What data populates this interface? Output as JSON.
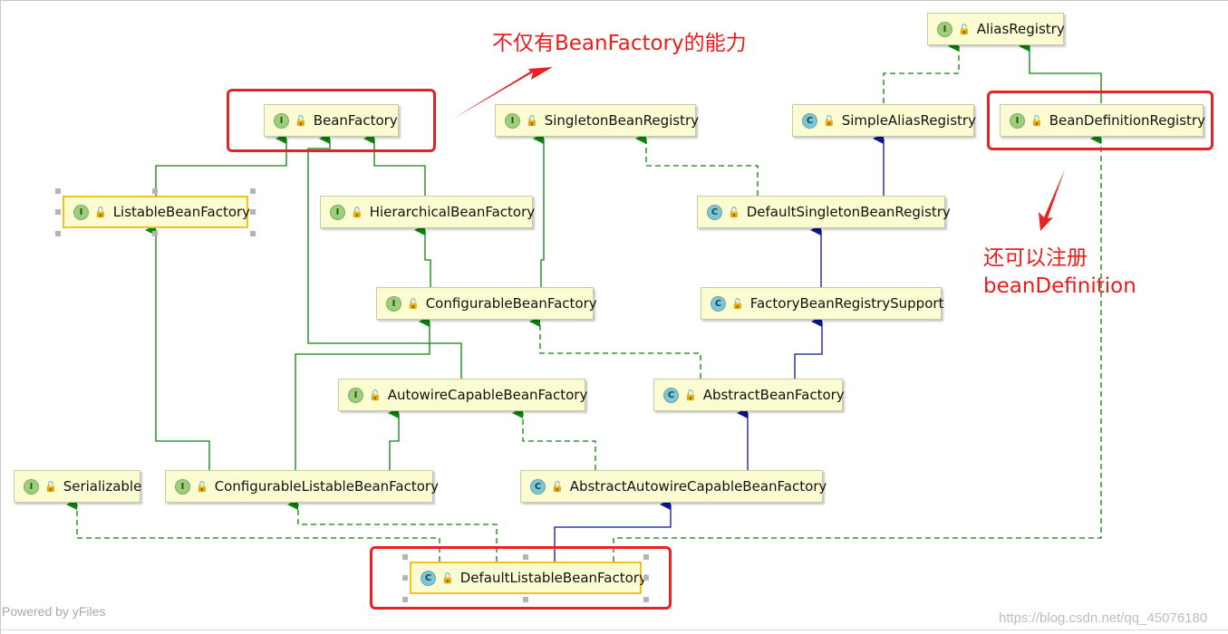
{
  "diagram": {
    "nodes": [
      {
        "id": "alias-registry",
        "kind": "I",
        "label": "AliasRegistry"
      },
      {
        "id": "bean-factory",
        "kind": "I",
        "label": "BeanFactory"
      },
      {
        "id": "singleton-bean-registry",
        "kind": "I",
        "label": "SingletonBeanRegistry"
      },
      {
        "id": "simple-alias-registry",
        "kind": "C",
        "label": "SimpleAliasRegistry"
      },
      {
        "id": "bean-definition-registry",
        "kind": "I",
        "label": "BeanDefinitionRegistry"
      },
      {
        "id": "listable-bean-factory",
        "kind": "I",
        "label": "ListableBeanFactory"
      },
      {
        "id": "hierarchical-bean-factory",
        "kind": "I",
        "label": "HierarchicalBeanFactory"
      },
      {
        "id": "default-singleton-bean-registry",
        "kind": "C",
        "label": "DefaultSingletonBeanRegistry"
      },
      {
        "id": "configurable-bean-factory",
        "kind": "I",
        "label": "ConfigurableBeanFactory"
      },
      {
        "id": "factory-bean-registry-support",
        "kind": "C",
        "label": "FactoryBeanRegistrySupport"
      },
      {
        "id": "autowire-capable-bean-factory",
        "kind": "I",
        "label": "AutowireCapableBeanFactory"
      },
      {
        "id": "abstract-bean-factory",
        "kind": "C",
        "label": "AbstractBeanFactory"
      },
      {
        "id": "serializable",
        "kind": "I",
        "label": "Serializable"
      },
      {
        "id": "configurable-listable-bean-factory",
        "kind": "I",
        "label": "ConfigurableListableBeanFactory"
      },
      {
        "id": "abstract-autowire-capable-bean-factory",
        "kind": "C",
        "label": "AbstractAutowireCapableBeanFactory"
      },
      {
        "id": "default-listable-bean-factory",
        "kind": "C",
        "label": "DefaultListableBeanFactory"
      }
    ],
    "edges": [
      {
        "from": "listable-bean-factory",
        "to": "bean-factory",
        "type": "extends-interface"
      },
      {
        "from": "hierarchical-bean-factory",
        "to": "bean-factory",
        "type": "extends-interface"
      },
      {
        "from": "autowire-capable-bean-factory",
        "to": "bean-factory",
        "type": "extends-interface"
      },
      {
        "from": "configurable-bean-factory",
        "to": "hierarchical-bean-factory",
        "type": "extends-interface"
      },
      {
        "from": "configurable-bean-factory",
        "to": "singleton-bean-registry",
        "type": "extends-interface"
      },
      {
        "from": "simple-alias-registry",
        "to": "alias-registry",
        "type": "implements"
      },
      {
        "from": "bean-definition-registry",
        "to": "alias-registry",
        "type": "extends-interface"
      },
      {
        "from": "default-singleton-bean-registry",
        "to": "singleton-bean-registry",
        "type": "implements"
      },
      {
        "from": "default-singleton-bean-registry",
        "to": "simple-alias-registry",
        "type": "extends-class"
      },
      {
        "from": "factory-bean-registry-support",
        "to": "default-singleton-bean-registry",
        "type": "extends-class"
      },
      {
        "from": "abstract-bean-factory",
        "to": "factory-bean-registry-support",
        "type": "extends-class"
      },
      {
        "from": "abstract-bean-factory",
        "to": "configurable-bean-factory",
        "type": "implements"
      },
      {
        "from": "configurable-listable-bean-factory",
        "to": "listable-bean-factory",
        "type": "extends-interface"
      },
      {
        "from": "configurable-listable-bean-factory",
        "to": "configurable-bean-factory",
        "type": "extends-interface"
      },
      {
        "from": "configurable-listable-bean-factory",
        "to": "autowire-capable-bean-factory",
        "type": "extends-interface"
      },
      {
        "from": "abstract-autowire-capable-bean-factory",
        "to": "abstract-bean-factory",
        "type": "extends-class"
      },
      {
        "from": "abstract-autowire-capable-bean-factory",
        "to": "autowire-capable-bean-factory",
        "type": "implements"
      },
      {
        "from": "default-listable-bean-factory",
        "to": "abstract-autowire-capable-bean-factory",
        "type": "extends-class"
      },
      {
        "from": "default-listable-bean-factory",
        "to": "configurable-listable-bean-factory",
        "type": "implements"
      },
      {
        "from": "default-listable-bean-factory",
        "to": "serializable",
        "type": "implements"
      },
      {
        "from": "default-listable-bean-factory",
        "to": "bean-definition-registry",
        "type": "implements"
      }
    ],
    "colors": {
      "interface_edge": "#0a840a",
      "class_edge": "#0c1490",
      "highlight": "#e82222",
      "node_fill": "#fcfcd2",
      "selected_border": "#f2c31a"
    }
  },
  "annotations": {
    "top_note": "不仅有BeanFactory的能力",
    "right_note_line1": "还可以注册",
    "right_note_line2": "beanDefinition"
  },
  "footer": {
    "powered_by": "Powered by yFiles",
    "watermark": "https://blog.csdn.net/qq_45076180"
  }
}
